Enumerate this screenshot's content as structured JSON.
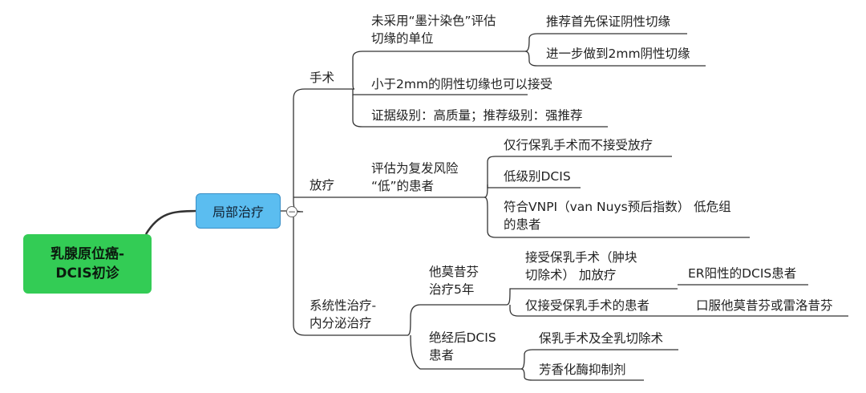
{
  "root": {
    "label": "乳腺原位癌-\nDCIS初诊"
  },
  "main": {
    "label": "局部治疗",
    "collapse_icon": "minus"
  },
  "branches": {
    "surgery": {
      "label": "手术",
      "unstained": {
        "label": "未采用“墨汁染色”评估\n切缘的单位",
        "children": [
          "推荐首先保证阴性切缘",
          "进一步做到2mm阴性切缘"
        ]
      },
      "negative_margin": "小于2mm的阴性切缘也可以接受",
      "evidence": "证据级别：高质量；推荐级别：强推荐"
    },
    "radiotherapy": {
      "label": "放疗",
      "low_risk": {
        "label": "评估为复发风险\n“低”的患者",
        "children": [
          "仅行保乳手术而不接受放疗",
          "低级别DCIS",
          "符合VNPI（van Nuys预后指数） 低危组\n的患者"
        ]
      }
    },
    "systemic": {
      "label": "系统性治疗-\n内分泌治疗",
      "tamoxifen": {
        "label": "他莫昔芬\n治疗5年",
        "with_radiation": {
          "label": "接受保乳手术（肿块\n切除术） 加放疗",
          "child": "ER阳性的DCIS患者"
        },
        "bcs_only": {
          "label": "仅接受保乳手术的患者",
          "child": "口服他莫昔芬或雷洛昔芬"
        }
      },
      "postmenopausal": {
        "label": "绝经后DCIS\n患者",
        "children": [
          "保乳手术及全乳切除术",
          "芳香化酶抑制剂"
        ]
      }
    }
  },
  "colors": {
    "root": "#33cc55",
    "main": "#5bbdf0",
    "line": "#333333"
  }
}
